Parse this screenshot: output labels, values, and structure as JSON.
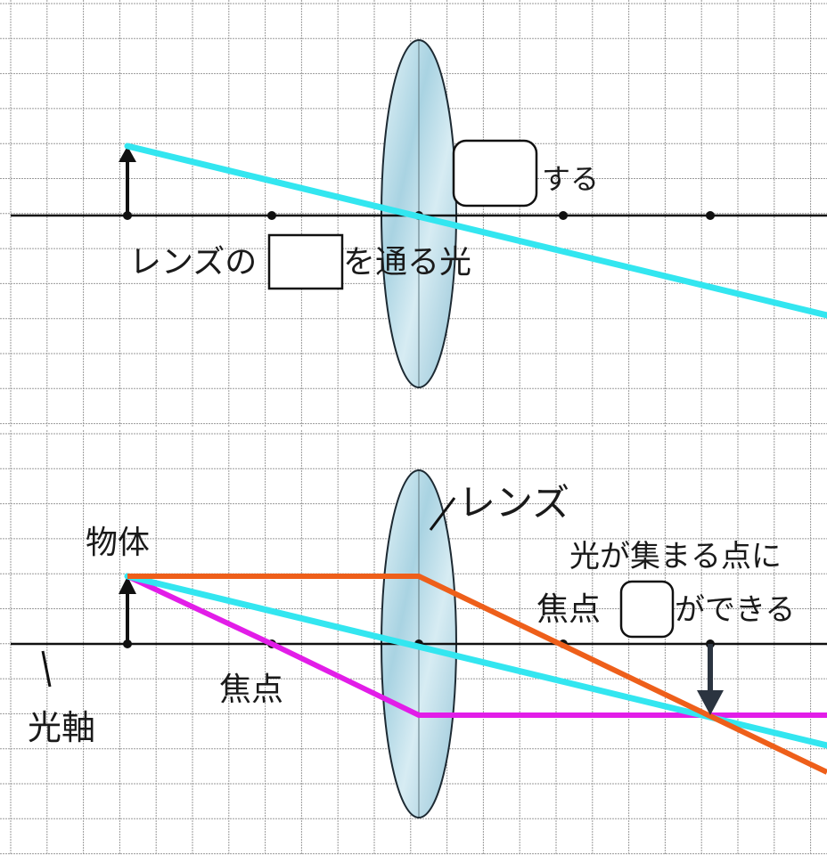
{
  "top": {
    "label_prefix": "レンズの",
    "label_suffix": "を通る光",
    "answer_suffix": "する"
  },
  "bottom": {
    "lens_label": "レンズ",
    "object_label": "物体",
    "focus_label": "焦点",
    "axis_label": "光軸",
    "note_line1": "光が集まる点に",
    "note_line2_prefix": "焦点",
    "note_line2_suffix": "ができる"
  },
  "colors": {
    "grid": "#9a9a9a",
    "axis": "#111111",
    "ray_center": "#33e6f0",
    "ray_parallel": "#ee5f1a",
    "ray_focus": "#e21de8",
    "lens_fill": "#b9dde9",
    "lens_stroke": "#1d2a33",
    "image_arrow": "#2b3440"
  }
}
